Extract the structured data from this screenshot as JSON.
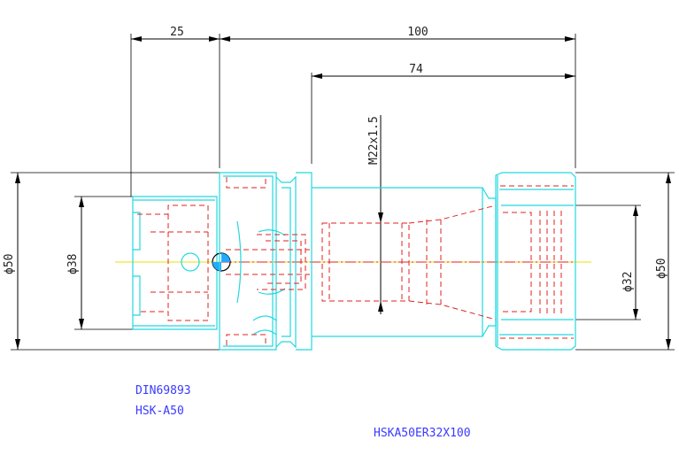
{
  "dimensions": {
    "flange_length": "25",
    "overall_length": "100",
    "body_length": "74",
    "thread": "M22x1.5",
    "dia_left_outer": "ϕ50",
    "dia_left_inner": "ϕ38",
    "dia_right_inner": "ϕ32",
    "dia_right_outer": "ϕ50"
  },
  "notes": {
    "standard": "DIN69893",
    "interface": "HSK-A50",
    "part_number": "HSKA50ER32X100"
  },
  "colors": {
    "outline": "#22d8e0",
    "hidden": "#e02020",
    "centerline": "#e8e000",
    "dimension": "#000000",
    "note": "#3a3aff"
  }
}
